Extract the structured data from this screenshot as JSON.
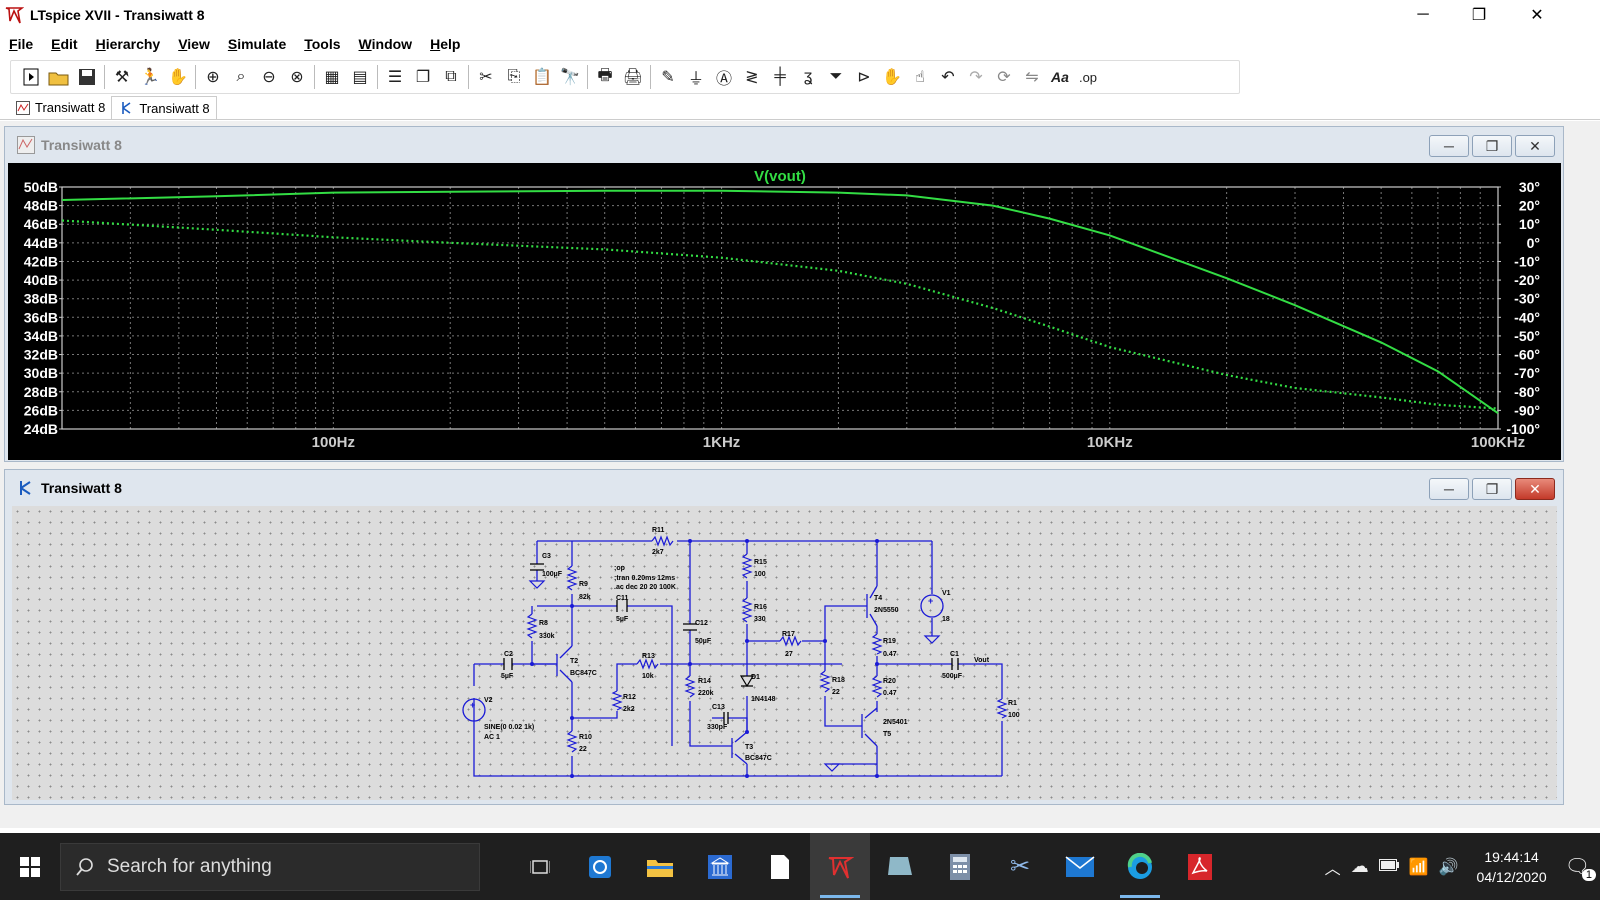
{
  "window": {
    "title": "LTspice XVII - Transiwatt 8",
    "controls": [
      "─",
      "❐",
      "✕"
    ]
  },
  "menu": [
    "File",
    "Edit",
    "Hierarchy",
    "View",
    "Simulate",
    "Tools",
    "Window",
    "Help"
  ],
  "toolbar": {
    "icons": [
      "new-schematic",
      "open",
      "save",
      "control-panel",
      "run",
      "halt",
      "zoom-in",
      "zoom-full",
      "zoom-out",
      "cancel",
      "autoscale",
      "sep",
      "tile",
      "cascade",
      "close-all",
      "sep",
      "cut",
      "copy",
      "paste",
      "find",
      "sep",
      "print",
      "print-setup",
      "sep",
      "draw-wire",
      "ground",
      "label-net",
      "resistor",
      "capacitor",
      "inductor",
      "diode",
      "component",
      "move",
      "drag",
      "undo",
      "redo",
      "rotate",
      "mirror",
      "text",
      "spice-directive"
    ],
    "spice_directive_label": ".op",
    "text_label": "Aa"
  },
  "tabs": [
    {
      "label": "Transiwatt 8",
      "kind": "plot",
      "active": false
    },
    {
      "label": "Transiwatt 8",
      "kind": "schematic",
      "active": true
    }
  ],
  "plot_window": {
    "title": "Transiwatt 8",
    "trace_label": "V(vout)",
    "left_axis": [
      "50dB",
      "48dB",
      "46dB",
      "44dB",
      "42dB",
      "40dB",
      "38dB",
      "36dB",
      "34dB",
      "32dB",
      "30dB",
      "28dB",
      "26dB",
      "24dB"
    ],
    "right_axis": [
      "30°",
      "20°",
      "10°",
      "0°",
      "-10°",
      "-20°",
      "-30°",
      "-40°",
      "-50°",
      "-60°",
      "-70°",
      "-80°",
      "-90°",
      "-100°"
    ],
    "x_axis": [
      "100Hz",
      "1KHz",
      "10KHz",
      "100KHz"
    ],
    "trace_color": "#33dd44"
  },
  "chart_data": {
    "type": "line",
    "title": "V(vout)",
    "x_scale": "log",
    "xlim": [
      20,
      100000
    ],
    "ylim_left": [
      24,
      50
    ],
    "ylim_right": [
      -100,
      30
    ],
    "x_ticks": [
      "100Hz",
      "1KHz",
      "10KHz",
      "100KHz"
    ],
    "grid": true,
    "series": [
      {
        "name": "V(vout)",
        "axis": "left",
        "style": "solid",
        "x": [
          20,
          50,
          100,
          200,
          500,
          1000,
          2000,
          3000,
          5000,
          7000,
          10000,
          20000,
          30000,
          50000,
          70000,
          100000
        ],
        "y": [
          48.6,
          49.0,
          49.4,
          49.5,
          49.6,
          49.6,
          49.4,
          49.1,
          48.0,
          46.6,
          44.8,
          40.2,
          37.3,
          33.3,
          30.2,
          25.7
        ]
      },
      {
        "name": "V(vout)",
        "axis": "right",
        "style": "dotted",
        "x": [
          20,
          50,
          100,
          200,
          500,
          1000,
          2000,
          3000,
          5000,
          7000,
          10000,
          20000,
          30000,
          50000,
          70000,
          100000
        ],
        "y": [
          12,
          7,
          3,
          0,
          -3.5,
          -8,
          -15,
          -22,
          -35,
          -45,
          -56,
          -71,
          -78,
          -83,
          -87,
          -89
        ]
      }
    ]
  },
  "schematic_window": {
    "title": "Transiwatt 8",
    "labels": {
      "R11": "R11",
      "R11v": "2k7",
      "C3": "C3",
      "C3v": "100µF",
      "R9": "R9",
      "R9v": "82k",
      "R8": "R8",
      "R8v": "330k",
      "C2": "C2",
      "C2v": "5µF",
      "T2": "T2",
      "T2v": "BC847C",
      "V2": "V2",
      "V2v1": "SINE(0 0.02 1k)",
      "V2v2": "AC 1",
      "R10": "R10",
      "R10v": "22",
      "C11": "C11",
      "C11v": "5µF",
      "R13": "R13",
      "R13v": "10k",
      "R12": "R12",
      "R12v": "2k2",
      "C12": "C12",
      "C12v": "50µF",
      "R14": "R14",
      "R14v": "220k",
      "C13": "C13",
      "C13v": "330pF",
      "T3": "T3",
      "T3v": "BC847C",
      "R15": "R15",
      "R15v": "100",
      "R16": "R16",
      "R16v": "330",
      "D1": "D1",
      "D1v": "1N4148",
      "R17": "R17",
      "R17v": "27",
      "R18": "R18",
      "R18v": "22",
      "T4": "T4",
      "T4v": "2N5550",
      "R19": "R19",
      "R19v": "0.47",
      "R20": "R20",
      "R20v": "0.47",
      "T5": "T5",
      "T5v": "2N5401",
      "V1": "V1",
      "V1v": "18",
      "C1": "C1",
      "C1v": "500µF",
      "R1": "R1",
      "R1v": "100",
      "Vout": "Vout",
      "dir1": ";op",
      "dir2": ";tran 0.20ms 12ms",
      "dir3": ".ac dec 20 20 100K"
    }
  },
  "taskbar": {
    "search_placeholder": "Search for anything",
    "apps": [
      "task-view",
      "outlook-sync",
      "file-explorer",
      "bank-app",
      "notepad",
      "ltspice",
      "file-app",
      "calculator",
      "snipping-tool",
      "mail",
      "edge",
      "acrobat"
    ],
    "clock_time": "19:44:14",
    "clock_date": "04/12/2020",
    "notification_count": "1"
  }
}
